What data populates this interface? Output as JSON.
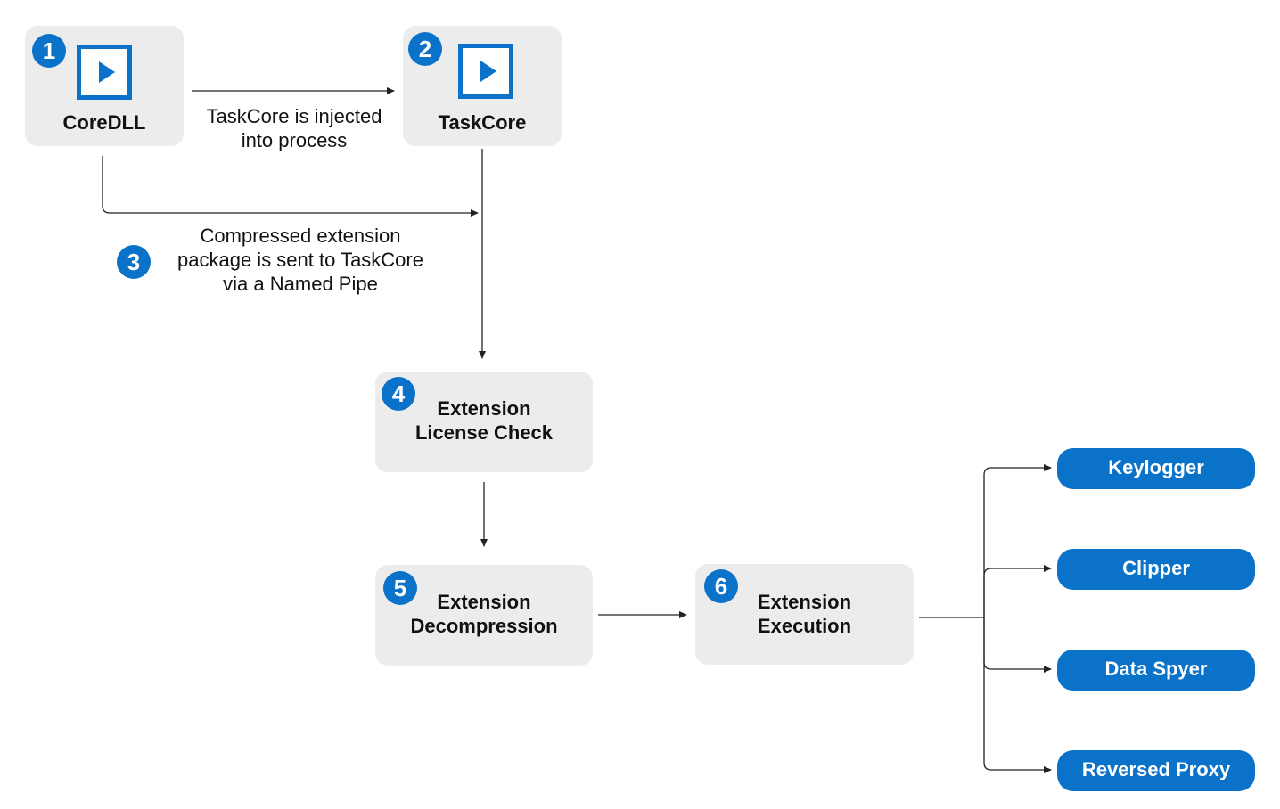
{
  "nodes": {
    "coredll": {
      "badge": "1",
      "title": "CoreDLL",
      "icon": "window-play-icon"
    },
    "taskcore": {
      "badge": "2",
      "title": "TaskCore",
      "icon": "window-play-icon"
    },
    "license_check": {
      "badge": "4",
      "title_line1": "Extension",
      "title_line2": "License Check"
    },
    "decompression": {
      "badge": "5",
      "title_line1": "Extension",
      "title_line2": "Decompression"
    },
    "execution": {
      "badge": "6",
      "title_line1": "Extension",
      "title_line2": "Execution"
    }
  },
  "edges": {
    "inject": {
      "line1": "TaskCore is injected",
      "line2": "into process"
    },
    "pipe": {
      "badge": "3",
      "line1": "Compressed extension",
      "line2": "package is sent to TaskCore",
      "line3": "via a Named Pipe"
    }
  },
  "modules": [
    "Keylogger",
    "Clipper",
    "Data Spyer",
    "Reversed Proxy"
  ],
  "colors": {
    "accent": "#0a72c9",
    "box_fill": "#ececec",
    "line": "#222222"
  }
}
